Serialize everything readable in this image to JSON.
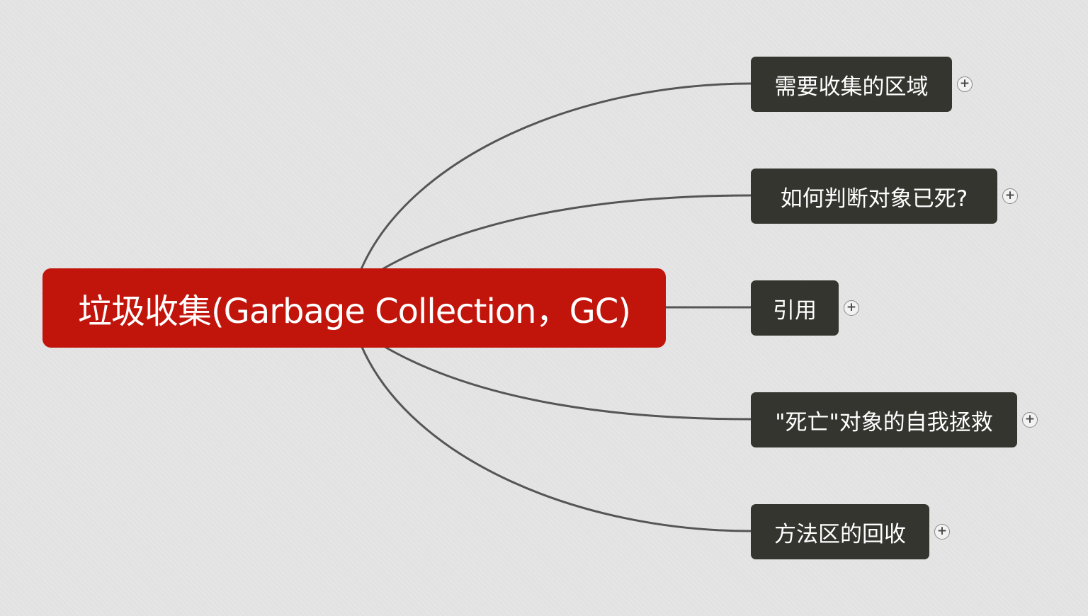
{
  "root": {
    "label": "垃圾收集(Garbage Collection，GC)"
  },
  "topics": [
    {
      "label": "需要收集的区域",
      "toggle": "+"
    },
    {
      "label": "如何判断对象已死?",
      "toggle": "+"
    },
    {
      "label": "引用",
      "toggle": "+"
    },
    {
      "label": "\"死亡\"对象的自我拯救",
      "toggle": "+"
    },
    {
      "label": "方法区的回收",
      "toggle": "+"
    }
  ],
  "colors": {
    "root_fill": "#c1140b",
    "topic_fill": "#353530",
    "connector": "#555555",
    "background": "#e2e2e2"
  },
  "icons": {
    "toggle": "plus-circle-icon"
  }
}
